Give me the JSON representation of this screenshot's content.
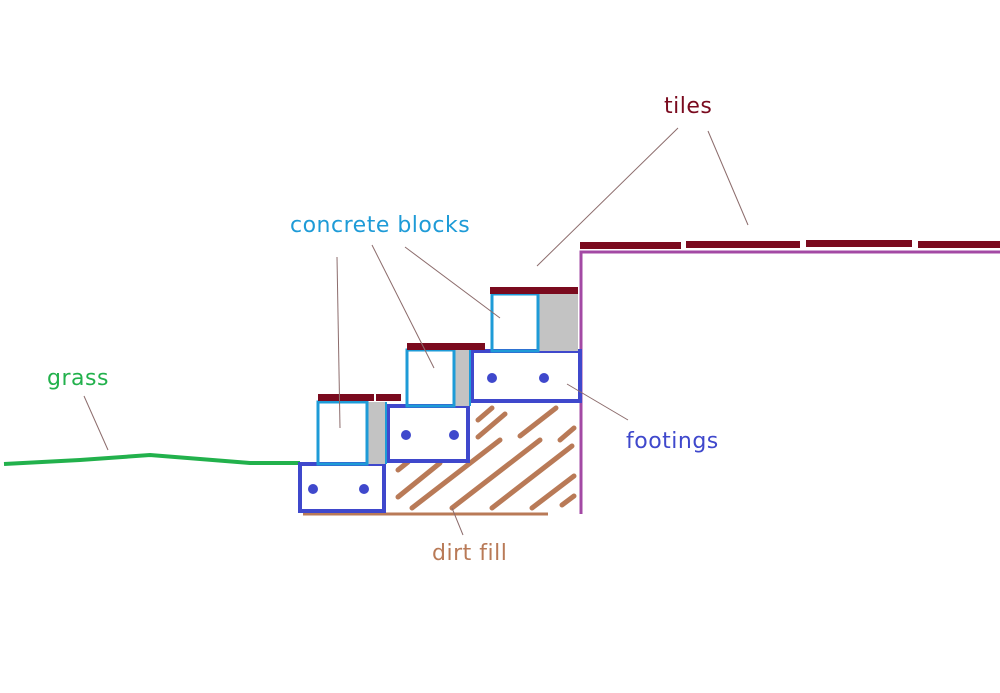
{
  "labels": {
    "tiles": "tiles",
    "concrete_blocks": "concrete blocks",
    "grass": "grass",
    "footings": "footings",
    "dirt_fill": "dirt fill"
  },
  "colors": {
    "tiles": "#7a0a1e",
    "concrete_blocks": "#1e9bd7",
    "grass": "#22b14c",
    "footings": "#3f48cc",
    "dirt_fill": "#b97a57",
    "wall": "#a349a4",
    "mortar": "#c3c3c3",
    "leader": "#8c6c6c"
  }
}
